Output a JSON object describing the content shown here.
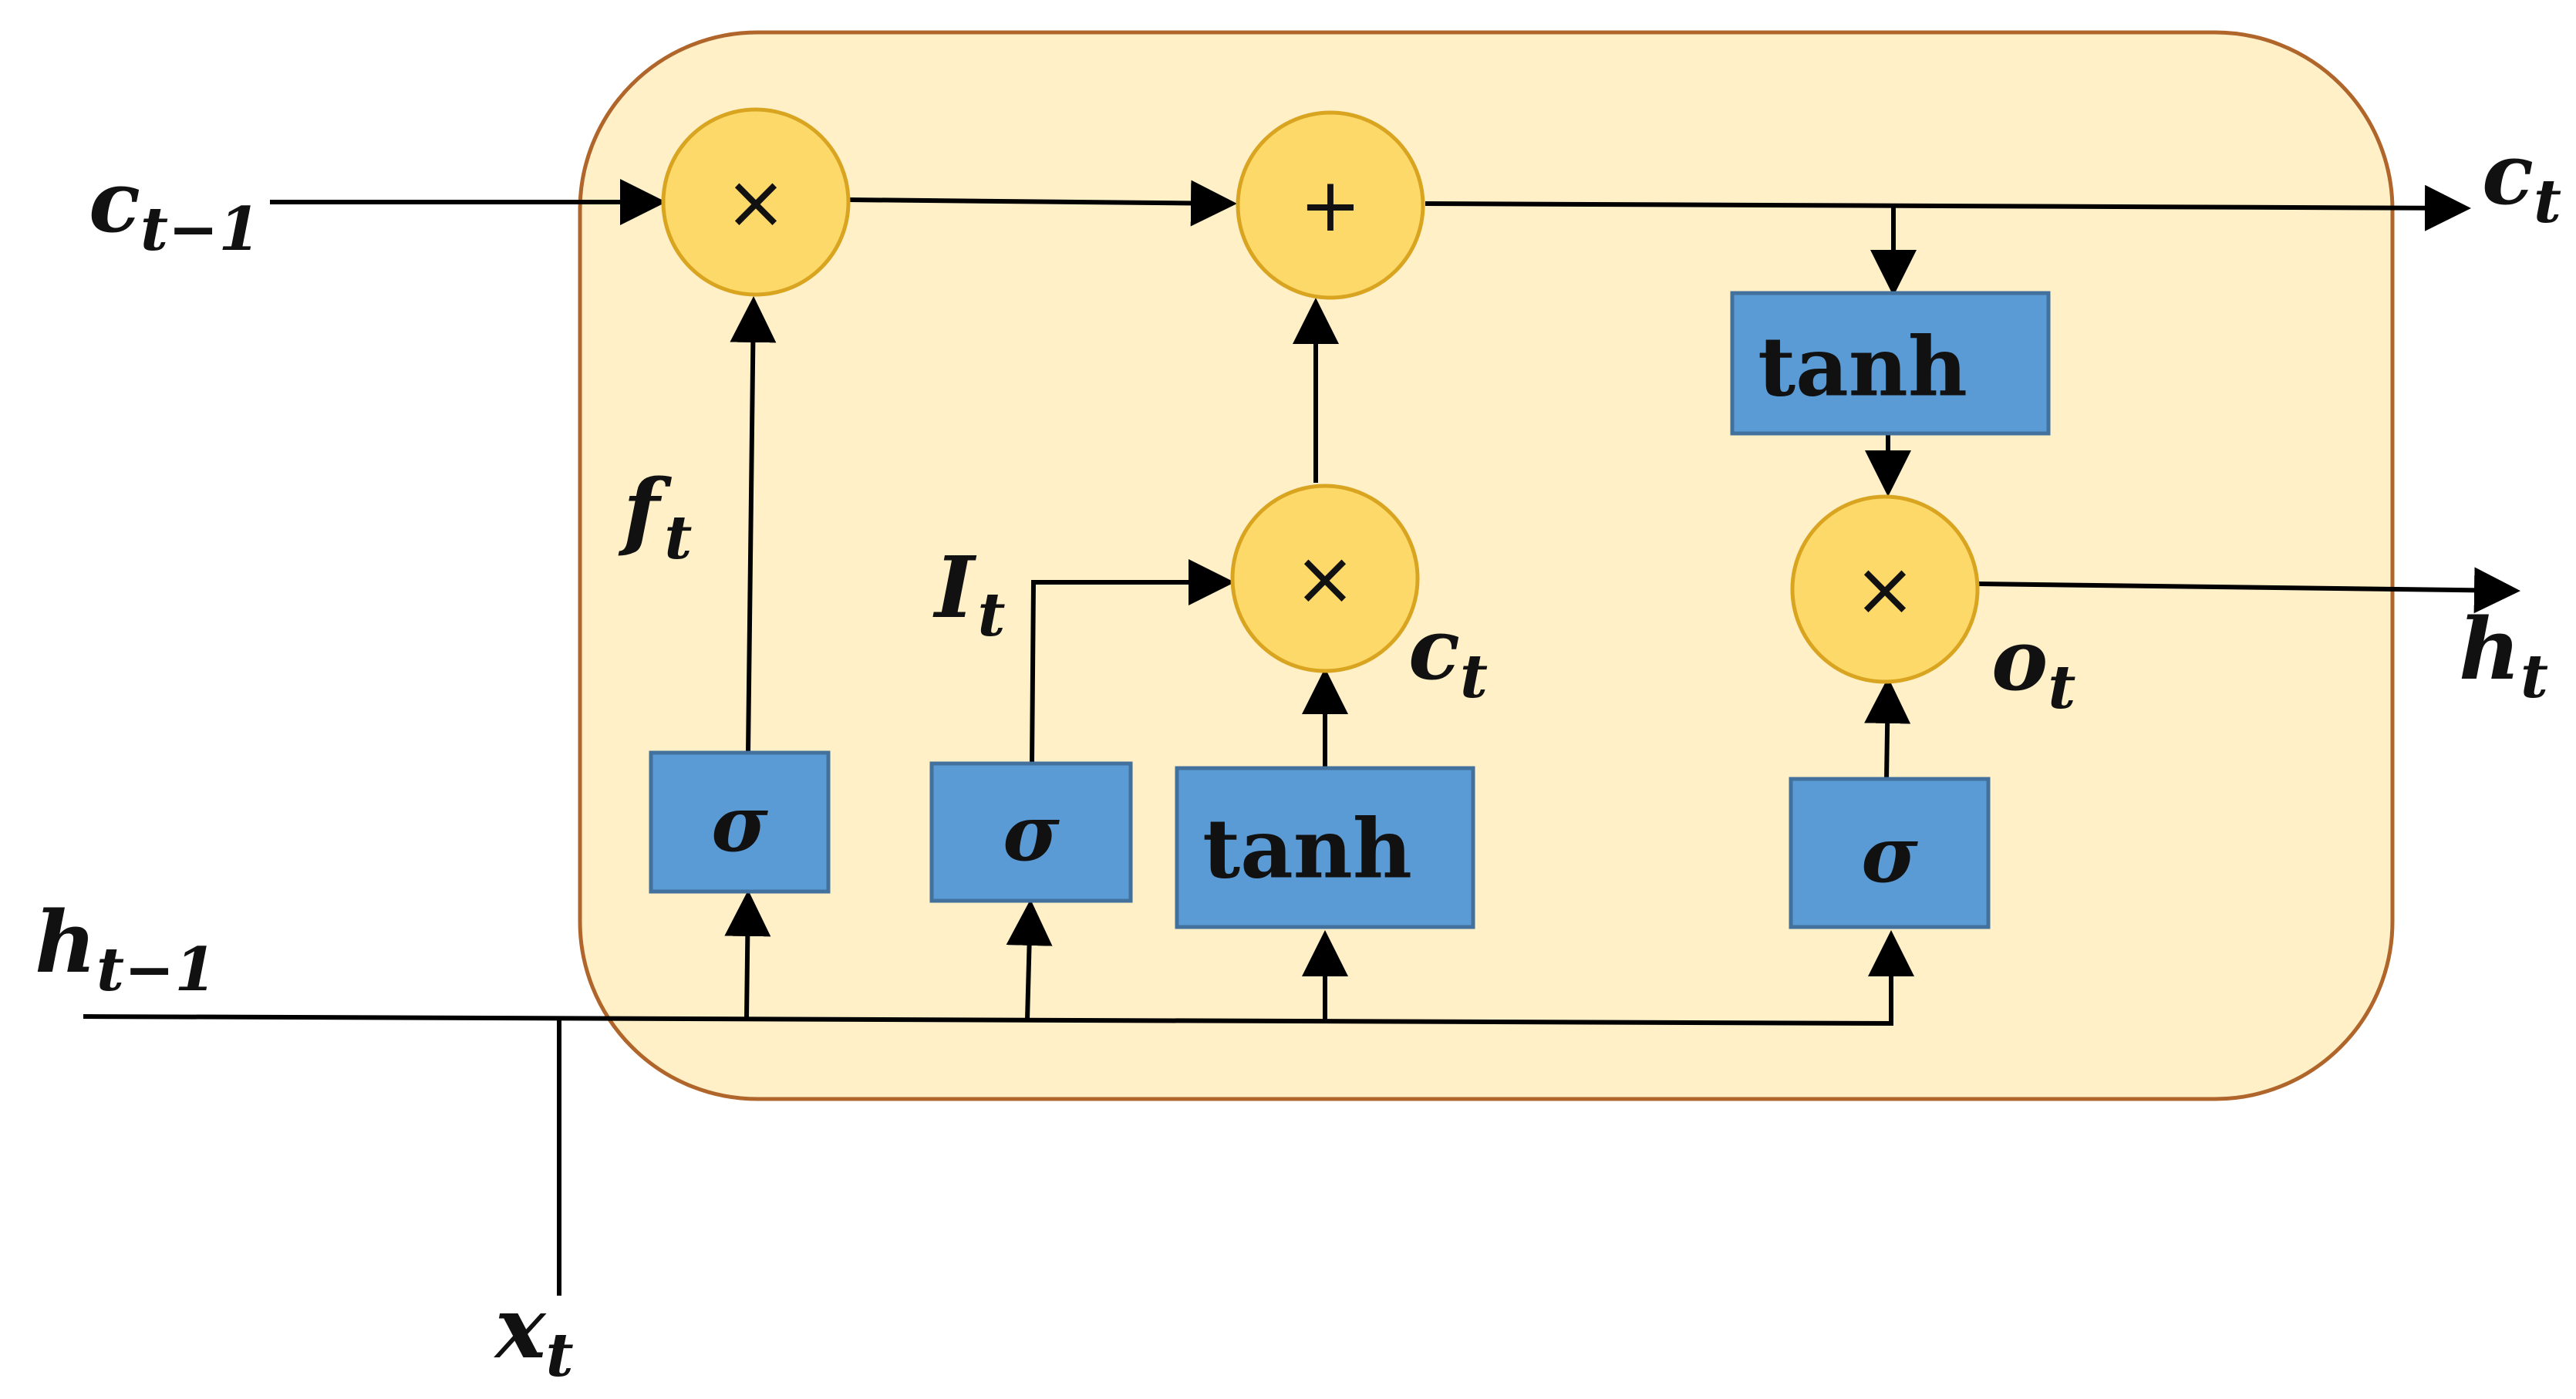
{
  "inputs": {
    "c_prev": {
      "base": "c",
      "sub": "t−1"
    },
    "h_prev": {
      "base": "h",
      "sub": "t−1"
    },
    "x": {
      "base": "x",
      "sub": "t"
    }
  },
  "outputs": {
    "c": {
      "base": "c",
      "sub": "t"
    },
    "h": {
      "base": "h",
      "sub": "t"
    }
  },
  "gate_labels": {
    "forget": {
      "base": "f",
      "sub": "t"
    },
    "input": {
      "base": "I",
      "sub": "t"
    },
    "candidate": {
      "base": "c",
      "sub": "t"
    },
    "output": {
      "base": "o",
      "sub": "t"
    }
  },
  "activations": {
    "sigma_forget": "σ",
    "sigma_input": "σ",
    "tanh_candidate": "tanh",
    "tanh_cell": "tanh",
    "sigma_output": "σ"
  },
  "operators": {
    "forget_multiply": "×",
    "cell_add": "+",
    "input_multiply": "×",
    "output_multiply": "×"
  },
  "colors": {
    "cell_fill": "#FFF0C8",
    "cell_border": "#B0652A",
    "node_fill": "#FDD969",
    "node_border": "#D9A520",
    "box_fill": "#5B9BD5",
    "box_border": "#41719C"
  }
}
